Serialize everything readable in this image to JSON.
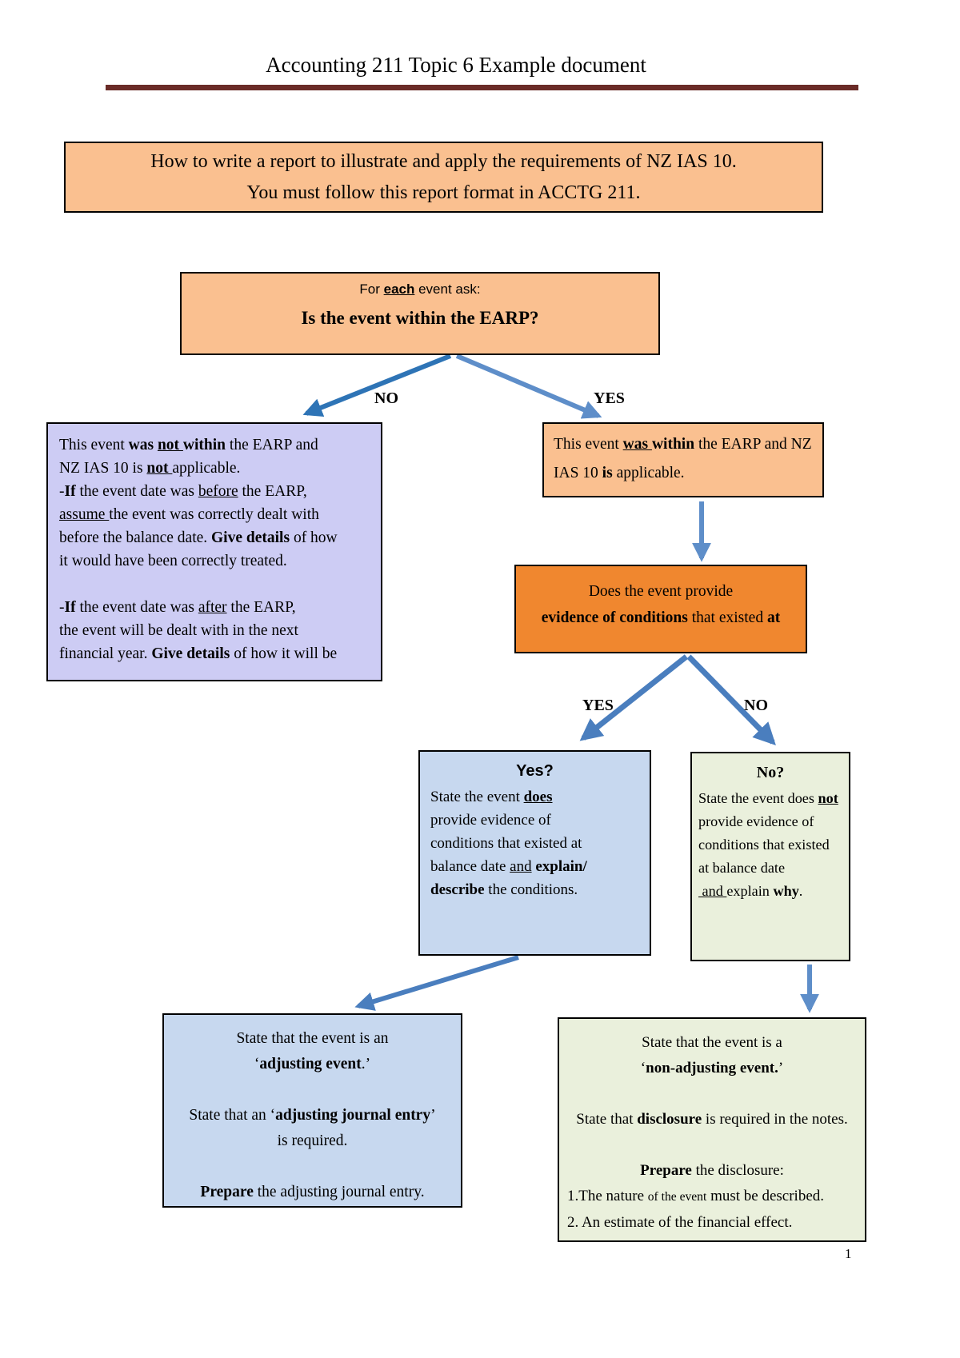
{
  "page": {
    "title": "Accounting 211 Topic 6 Example document",
    "number": "1"
  },
  "banner": {
    "line1": "How to write a report to illustrate and apply the requirements of NZ IAS 10.",
    "line2": "You must follow this report format in ACCTG 211."
  },
  "flowchart": {
    "ask_box": {
      "intro": [
        {
          "t": "For "
        },
        {
          "t": "each",
          "b": 1,
          "u": 1
        },
        {
          "t": " event ask:"
        }
      ],
      "question": "Is the event within the EARP?"
    },
    "branch1": {
      "no_label": "NO",
      "yes_label": "YES"
    },
    "branch2": {
      "yes_label": "YES",
      "no_label": "NO"
    },
    "not_within_box": {
      "lines": [
        [
          {
            "t": "This event "
          },
          {
            "t": "was ",
            "b": 1
          },
          {
            "t": "not ",
            "b": 1,
            "u": 1
          },
          {
            "t": "within",
            "b": 1
          },
          {
            "t": " the EARP and"
          }
        ],
        [
          {
            "t": "NZ IAS 10 is "
          },
          {
            "t": "not ",
            "b": 1,
            "u": 1
          },
          {
            "t": "applicable."
          }
        ],
        [
          {
            "t": "-"
          },
          {
            "t": "If",
            "b": 1
          },
          {
            "t": " the event date was "
          },
          {
            "t": "before",
            "u": 1
          },
          {
            "t": " the EARP,"
          }
        ],
        [
          {
            "t": "assume ",
            "u": 1
          },
          {
            "t": "the event was correctly dealt with"
          }
        ],
        [
          {
            "t": "before the balance date. "
          },
          {
            "t": "Give details",
            "b": 1
          },
          {
            "t": " of how"
          }
        ],
        [
          {
            "t": "it would have been correctly treated."
          }
        ],
        [
          {
            "t": " "
          }
        ],
        [
          {
            "t": "-"
          },
          {
            "t": "If",
            "b": 1
          },
          {
            "t": " the event date was "
          },
          {
            "t": "after",
            "u": 1
          },
          {
            "t": " the EARP,"
          }
        ],
        [
          {
            "t": "the event will be dealt with in the next"
          }
        ],
        [
          {
            "t": "financial year. "
          },
          {
            "t": "Give details",
            "b": 1
          },
          {
            "t": " of how it will be"
          }
        ]
      ]
    },
    "within_box": {
      "lines": [
        [
          {
            "t": "This event "
          },
          {
            "t": "was ",
            "b": 1,
            "u": 1
          },
          {
            "t": "within",
            "b": 1
          },
          {
            "t": " the EARP and NZ"
          }
        ],
        [
          {
            "t": "IAS 10 "
          },
          {
            "t": "is",
            "b": 1
          },
          {
            "t": " applicable."
          }
        ]
      ]
    },
    "evidence_box": {
      "lines": [
        [
          {
            "t": "Does the event provide"
          }
        ],
        [
          {
            "t": "evidence of conditions",
            "b": 1
          },
          {
            "t": " that existed "
          },
          {
            "t": "at",
            "b": 1
          }
        ]
      ]
    },
    "yes_box": {
      "heading": "Yes?",
      "lines": [
        [
          {
            "t": "State the event "
          },
          {
            "t": "does",
            "b": 1,
            "u": 1
          }
        ],
        [
          {
            "t": "provide evidence of"
          }
        ],
        [
          {
            "t": "conditions that existed at"
          }
        ],
        [
          {
            "t": "balance date "
          },
          {
            "t": "and",
            "u": 1
          },
          {
            "t": " "
          },
          {
            "t": "explain/",
            "b": 1
          }
        ],
        [
          {
            "t": "describe",
            "b": 1
          },
          {
            "t": " the conditions."
          }
        ]
      ]
    },
    "no_box": {
      "heading": "No?",
      "lines": [
        [
          {
            "t": "State the event does "
          },
          {
            "t": "not",
            "b": 1,
            "u": 1
          }
        ],
        [
          {
            "t": "provide evidence of"
          }
        ],
        [
          {
            "t": "conditions that existed"
          }
        ],
        [
          {
            "t": "at balance date"
          }
        ],
        [
          {
            "t": " and ",
            "u": 1
          },
          {
            "t": "explain "
          },
          {
            "t": "why",
            "b": 1
          },
          {
            "t": "."
          }
        ]
      ]
    },
    "adjusting_box": {
      "lines": [
        [
          {
            "t": "State that the event is an"
          }
        ],
        [
          {
            "t": "‘"
          },
          {
            "t": "adjusting event",
            "b": 1
          },
          {
            "t": ".’"
          }
        ],
        [
          {
            "t": " "
          }
        ],
        [
          {
            "t": "State that an ‘"
          },
          {
            "t": "adjusting journal entry",
            "b": 1
          },
          {
            "t": "’"
          }
        ],
        [
          {
            "t": "is required."
          }
        ],
        [
          {
            "t": " "
          }
        ],
        [
          {
            "t": "Prepare",
            "b": 1
          },
          {
            "t": " the adjusting journal entry."
          }
        ]
      ]
    },
    "non_adjusting_box": {
      "lines": [
        [
          {
            "t": "State that the event is a"
          }
        ],
        [
          {
            "t": "‘"
          },
          {
            "t": "non-adjusting event.",
            "b": 1
          },
          {
            "t": "’"
          }
        ],
        [
          {
            "t": " "
          }
        ],
        [
          {
            "t": "State that "
          },
          {
            "t": "disclosure",
            "b": 1
          },
          {
            "t": " is required in the notes."
          }
        ],
        [
          {
            "t": " "
          }
        ],
        [
          {
            "t": "Prepare",
            "b": 1
          },
          {
            "t": " the disclosure:"
          }
        ],
        [
          {
            "t": "1.The nature "
          },
          {
            "t": "of the event",
            "s": 1
          },
          {
            "t": " must be described."
          }
        ],
        [
          {
            "t": "2. An estimate of the financial effect."
          }
        ]
      ]
    }
  },
  "colors": {
    "rule": "#6A2B27",
    "peach_box": "#FAC090",
    "orange_box": "#F0872F",
    "lavender_box": "#CDCCF4",
    "blue_box": "#C7D8EF",
    "green_box": "#EAF0DC",
    "arrow_dark": "#2E74B6",
    "arrow_light": "#5E8EC9",
    "arrow_mid": "#4A7EBE"
  }
}
